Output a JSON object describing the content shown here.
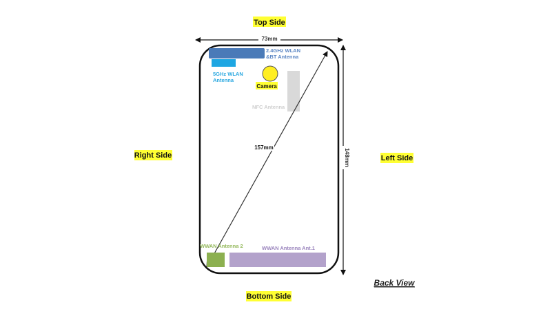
{
  "labels": {
    "top_side": "Top Side",
    "bottom_side": "Bottom Side",
    "right_side": "Right Side",
    "left_side": "Left Side",
    "back_view": "Back View",
    "width": "73mm",
    "height": "148mm",
    "diagonal": "157mm"
  },
  "antennas": {
    "wlan24_line1": "2.4GHz WLAN",
    "wlan24_line2": "&BT Antenna",
    "wlan5_line1": "5GHz WLAN",
    "wlan5_line2": "Antenna",
    "camera": "Camera",
    "nfc": "NFC Antenna",
    "wwan2": "WWAN Antenna 2",
    "wwan1": "WWAN Antenna Ant.1"
  },
  "colors": {
    "highlight": "#ffff33",
    "wlan24": "#4a7ab8",
    "wlan5": "#1ea6e2",
    "camera": "#ffee22",
    "nfc": "#d9d9d9",
    "wwan2": "#8cb050",
    "wwan1": "#b3a2cb"
  }
}
